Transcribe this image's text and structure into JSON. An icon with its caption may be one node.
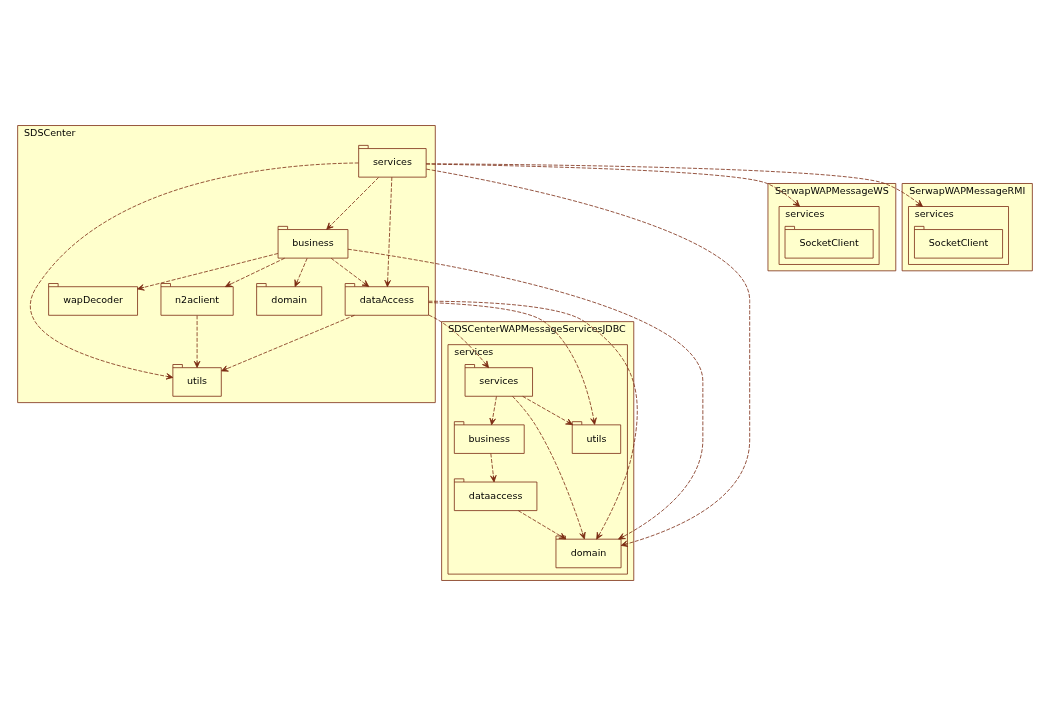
{
  "diagram": {
    "nodes": [
      {
        "text": [
          "SDSCenter"
        ]
      },
      {
        "text": [
          "wapDecoder"
        ],
        "in": 0
      },
      {
        "text": [
          "business"
        ],
        "in": 0
      },
      {
        "text": [
          "domain"
        ],
        "in": 0
      },
      {
        "text": [
          "n2aclient"
        ],
        "in": 0
      },
      {
        "text": [
          "services"
        ],
        "in": 0
      },
      {
        "text": [
          "utils"
        ],
        "in": 0
      },
      {
        "text": [
          "dataAccess"
        ],
        "in": 0
      },
      {
        "text": [
          "SDSCenterWAPMessageServicesJDBC"
        ]
      },
      {
        "text": [
          "services"
        ],
        "in": 8
      },
      {
        "text": [
          "services"
        ],
        "in": 9
      },
      {
        "text": [
          "utils"
        ],
        "in": 9
      },
      {
        "text": [
          "business"
        ],
        "in": 9
      },
      {
        "text": [
          "domain"
        ],
        "in": 9
      },
      {
        "text": [
          "dataaccess"
        ],
        "in": 9
      },
      {
        "text": [
          "SerwapWAPMessageWS"
        ]
      },
      {
        "text": [
          "services"
        ],
        "in": 15
      },
      {
        "text": [
          "SocketClient"
        ],
        "in": 16
      },
      {
        "text": [
          "SerwapWAPMessageRMI"
        ]
      },
      {
        "text": [
          "services"
        ],
        "in": 18
      },
      {
        "text": [
          "SocketClient"
        ],
        "in": 19
      }
    ],
    "edges": [
      {
        "from": 2,
        "to": 1,
        "arrow": "to",
        "style": "dashed"
      },
      {
        "from": 2,
        "to": 3,
        "arrow": "to",
        "style": "dashed"
      },
      {
        "from": 2,
        "to": 4,
        "arrow": "to",
        "style": "dashed"
      },
      {
        "from": 5,
        "to": 2,
        "arrow": "to",
        "style": "dashed"
      },
      {
        "from": 2,
        "to": 7,
        "arrow": "to",
        "style": "dashed"
      },
      {
        "from": 2,
        "to": 13,
        "arrow": "to",
        "style": "dashed"
      },
      {
        "from": 4,
        "to": 6,
        "arrow": "to",
        "style": "dashed"
      },
      {
        "from": 5,
        "to": 6,
        "arrow": "to",
        "style": "dashed"
      },
      {
        "from": 5,
        "to": 16,
        "arrow": "to",
        "style": "dashed"
      },
      {
        "from": 5,
        "to": 19,
        "arrow": "to",
        "style": "dashed"
      },
      {
        "from": 5,
        "to": 7,
        "arrow": "to",
        "style": "dashed"
      },
      {
        "from": 5,
        "to": 13,
        "arrow": "to",
        "style": "dashed"
      },
      {
        "from": 7,
        "to": 6,
        "arrow": "to",
        "style": "dashed"
      },
      {
        "from": 7,
        "to": 10,
        "arrow": "to",
        "style": "dashed"
      },
      {
        "from": 7,
        "to": 11,
        "arrow": "to",
        "style": "dashed"
      },
      {
        "from": 7,
        "to": 13,
        "arrow": "to",
        "style": "dashed"
      },
      {
        "from": 10,
        "to": 11,
        "arrow": "to",
        "style": "dashed"
      },
      {
        "from": 10,
        "to": 13,
        "arrow": "to",
        "style": "dashed"
      },
      {
        "from": 10,
        "to": 12,
        "arrow": "to",
        "style": "dashed"
      },
      {
        "from": 12,
        "to": 14,
        "arrow": "to",
        "style": "dashed"
      },
      {
        "from": 14,
        "to": 13,
        "arrow": "to",
        "style": "dashed"
      }
    ]
  }
}
